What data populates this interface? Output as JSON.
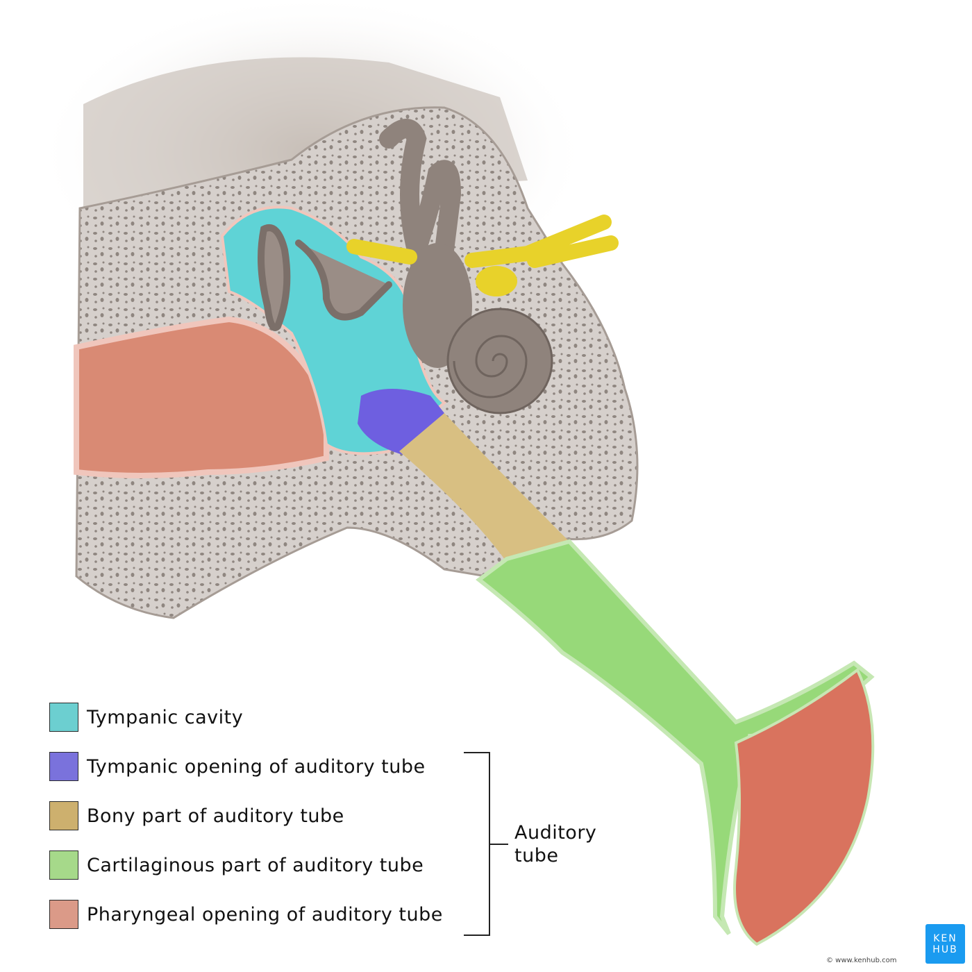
{
  "legend": [
    {
      "label": "Tympanic cavity",
      "color": "#6ccfd0"
    },
    {
      "label": "Tympanic opening of auditory tube",
      "color": "#7a72dc"
    },
    {
      "label": "Bony part of auditory tube",
      "color": "#cdb06e"
    },
    {
      "label": "Cartilaginous part of auditory tube",
      "color": "#a6d98a"
    },
    {
      "label": "Pharyngeal opening of auditory tube",
      "color": "#db9a88"
    }
  ],
  "bracket_label": "Auditory tube",
  "logo": {
    "line1": "KEN",
    "line2": "HUB",
    "color": "#1a9bf0"
  },
  "copyright": "© www.kenhub.com",
  "watermark": "© www.kenhub.com"
}
